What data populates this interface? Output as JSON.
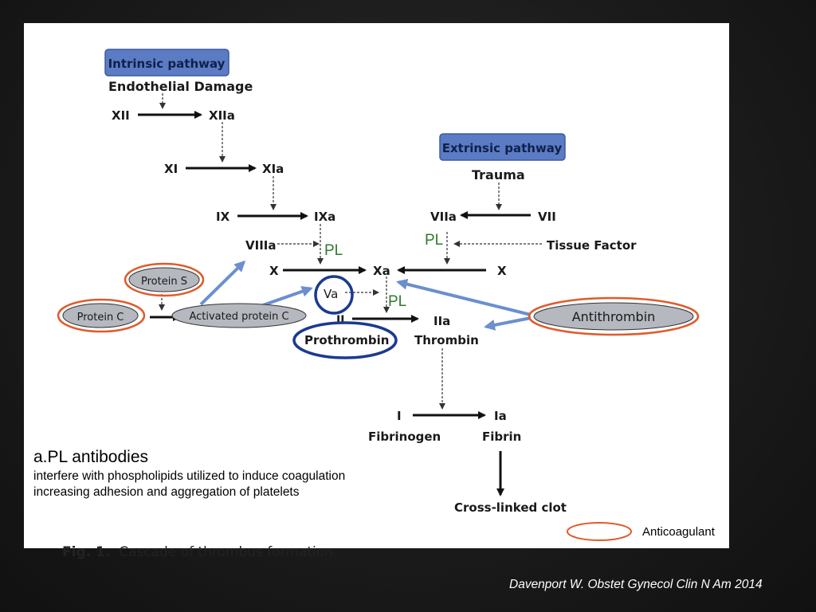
{
  "pathways": {
    "intrinsic": "Intrinsic pathway",
    "extrinsic": "Extrinsic pathway"
  },
  "triggers": {
    "endothelial": "Endothelial Damage",
    "trauma": "Trauma",
    "tissue_factor": "Tissue Factor"
  },
  "factors": {
    "xii": "XII",
    "xiia": "XIIa",
    "xi": "XI",
    "xia": "XIa",
    "ix": "IX",
    "ixa": "IXa",
    "viia": "VIIa",
    "vii": "VII",
    "viiia": "VIIIa",
    "x_left": "X",
    "xa": "Xa",
    "x_right": "X",
    "va": "Va",
    "ii": "II",
    "iia": "IIa",
    "prothrombin": "Prothrombin",
    "thrombin": "Thrombin",
    "i": "I",
    "ia": "Ia",
    "fibrinogen": "Fibrinogen",
    "fibrin": "Fibrin",
    "clot": "Cross-linked clot"
  },
  "anticoagulants": {
    "protein_s": "Protein S",
    "protein_c": "Protein C",
    "activated_protein_c": "Activated protein C",
    "antithrombin": "Antithrombin"
  },
  "pl_labels": [
    "PL",
    "PL",
    "PL"
  ],
  "apl": {
    "title": "a.PL antibodies",
    "line1": "interfere with phospholipids utilized to induce coagulation",
    "line2": "increasing adhesion and aggregation of platelets"
  },
  "caption": {
    "fig": "Fig. 1.",
    "text": "Cascade of thrombus formation."
  },
  "legend": "Anticoagulant",
  "citation": "Davenport W. Obstet Gynecol Clin N Am 2014",
  "colors": {
    "pathway_box": "#5b7cc4",
    "anticoag_ring": "#e05a2b",
    "va_ring": "#1b3a8f",
    "blue_arrow": "#6b8fcf",
    "pl_text": "#2f7a2f"
  }
}
